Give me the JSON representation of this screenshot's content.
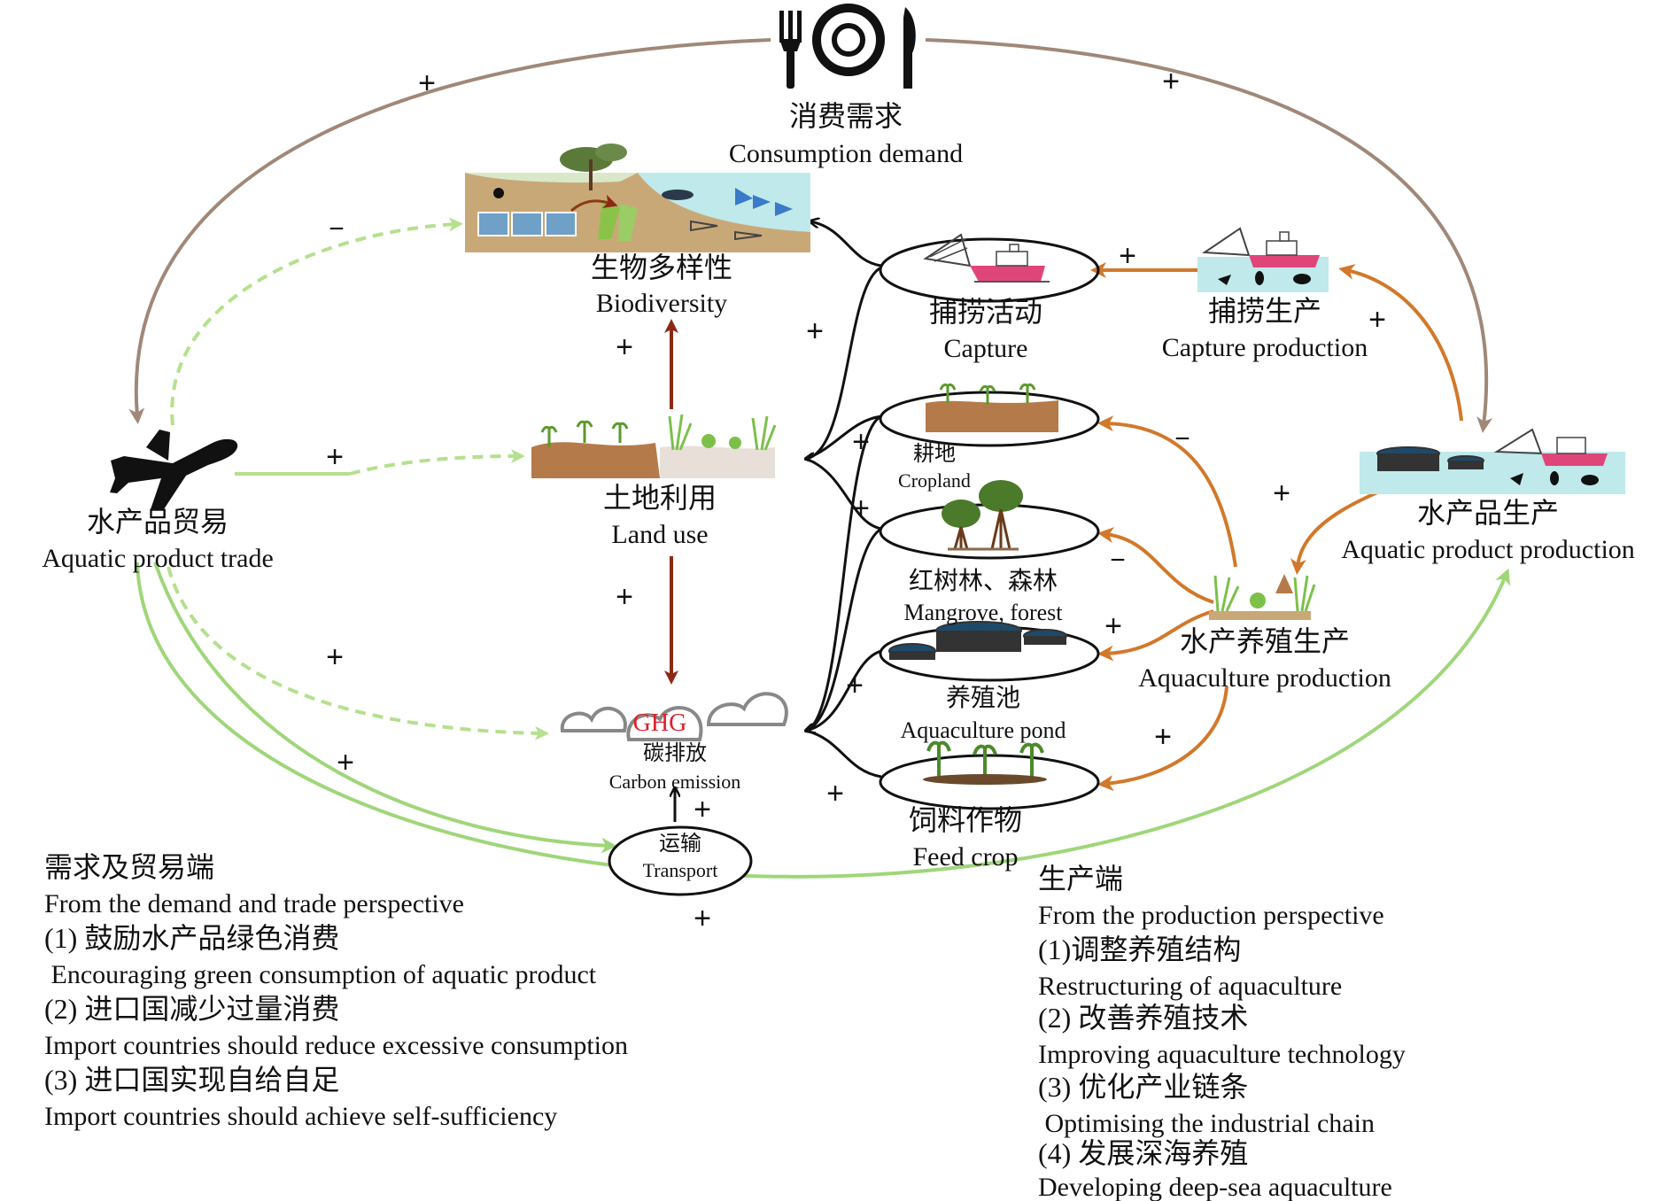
{
  "nodes": {
    "consumption": {
      "zh": "消费需求",
      "en": "Consumption demand",
      "icon": "plate-cutlery-icon"
    },
    "biodiversity": {
      "zh": "生物多样性",
      "en": "Biodiversity"
    },
    "land_use": {
      "zh": "土地利用",
      "en": "Land use"
    },
    "carbon": {
      "tag": "GHG",
      "zh": "碳排放",
      "en": "Carbon emission"
    },
    "transport": {
      "zh": "运输",
      "en": "Transport"
    },
    "trade": {
      "zh": "水产品贸易",
      "en": "Aquatic product trade",
      "icon": "airplane-icon"
    },
    "capture": {
      "zh": "捕捞活动",
      "en": "Capture"
    },
    "cropland": {
      "zh": "耕地",
      "en": "Cropland"
    },
    "mangrove": {
      "zh": "红树林、森林",
      "en": "Mangrove, forest"
    },
    "pond": {
      "zh": "养殖池",
      "en": "Aquaculture pond"
    },
    "feed": {
      "zh": "饲料作物",
      "en": "Feed crop"
    },
    "capture_production": {
      "zh": "捕捞生产",
      "en": "Capture production"
    },
    "aquatic_production": {
      "zh": "水产品生产",
      "en": "Aquatic product production"
    },
    "aquaculture_production": {
      "zh": "水产养殖生产",
      "en": "Aquaculture production"
    }
  },
  "signs": {
    "plus": "+",
    "minus": "−"
  },
  "demand_panel": {
    "title_zh": "需求及贸易端",
    "title_en": "From the demand and trade perspective",
    "items": [
      {
        "zh": "(1) 鼓励水产品绿色消费",
        "en": " Encouraging green consumption of aquatic product"
      },
      {
        "zh": "(2) 进口国减少过量消费",
        "en": "Import countries should reduce excessive consumption"
      },
      {
        "zh": "(3) 进口国实现自给自足",
        "en": "Import countries should achieve self-sufficiency"
      }
    ]
  },
  "production_panel": {
    "title_zh": "生产端",
    "title_en": "From the production perspective",
    "items": [
      {
        "zh": "(1)调整养殖结构",
        "en": "Restructuring of aquaculture"
      },
      {
        "zh": "(2) 改善养殖技术",
        "en": "Improving aquaculture technology"
      },
      {
        "zh": "(3) 优化产业链条",
        "en": " Optimising the industrial chain"
      },
      {
        "zh": "(4) 发展深海养殖",
        "en": "Developing deep-sea aquaculture"
      }
    ]
  },
  "colors": {
    "brown_arc": "#a08878",
    "light_green": "#9fd67a",
    "dashed_green": "#b5e08e",
    "orange": "#d2782a",
    "dark_red": "#8b2a14",
    "black": "#111111",
    "ghg_red": "#e0202a",
    "boat_pink": "#e0457a",
    "water": "#bfe9ea",
    "soil": "#b57a4a"
  }
}
